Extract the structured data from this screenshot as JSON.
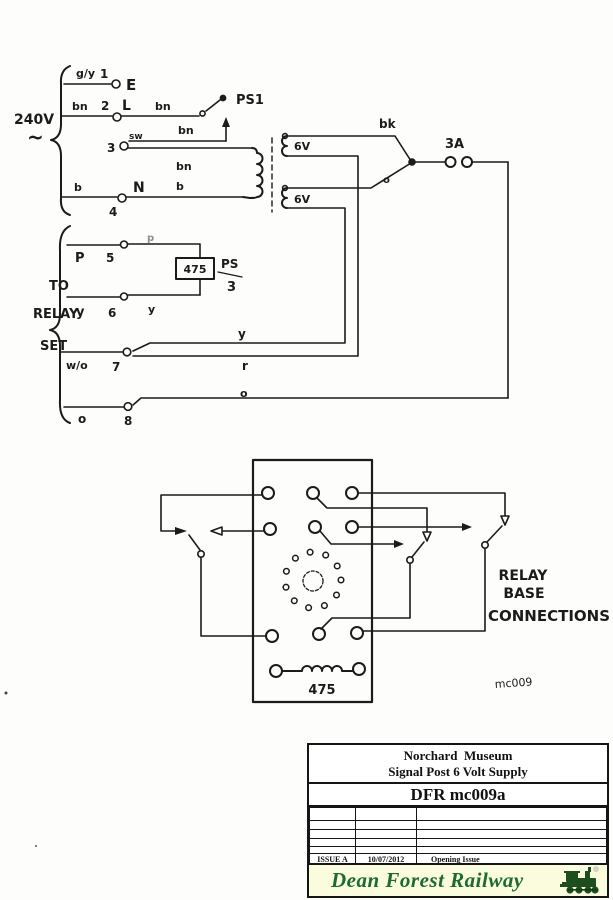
{
  "colors": {
    "ink": "#1b1b1b",
    "banner_bg": "#fbfbdd",
    "banner_text": "#1d6b2f",
    "loco_green": "#1e4d1e"
  },
  "schematic": {
    "mains": {
      "group_label": "240V",
      "ac_symbol": "~",
      "earth": {
        "wire": "g/y",
        "num": "1",
        "name": "E"
      },
      "live": {
        "wire_in": "bn",
        "num": "2",
        "name": "L",
        "wire_out": "bn"
      },
      "switch_label": "PS1",
      "switched": {
        "num": "3",
        "tag": "sw",
        "wire_return": "bn",
        "wire_out": "bn"
      },
      "neutral": {
        "wire_in": "b",
        "num": "4",
        "name": "N",
        "wire_out": "b"
      }
    },
    "transformer": {
      "secondary_upper": "6V",
      "secondary_lower": "6V",
      "wire_black": "bk",
      "wire_orange": "o"
    },
    "fuse_label": "3A",
    "relay_set": {
      "group_l1": "TO",
      "group_l2": "RELAY",
      "group_l3": "SET",
      "t5": {
        "wire": "P",
        "num": "5",
        "wire_out": "p"
      },
      "coil": {
        "value": "475",
        "name_top": "PS",
        "name_bottom": "3"
      },
      "t6": {
        "wire": "y",
        "num": "6",
        "wire_out": "y"
      },
      "t7": {
        "wire": "w/o",
        "num": "7",
        "wire_top": "y",
        "wire_bottom": "r"
      },
      "t8": {
        "wire": "o",
        "num": "8",
        "wire_out": "o"
      }
    },
    "relay_base": {
      "l1": "RELAY",
      "l2": "BASE",
      "l3": "CONNECTIONS",
      "coil_value": "475"
    },
    "signature": "mc009"
  },
  "title_block": {
    "org": "Norchard  Museum",
    "drawing_title": "Signal Post 6 Volt Supply",
    "drawing_number": "DFR mc009a",
    "revisions": [
      {
        "issue": "",
        "date": "",
        "description": ""
      },
      {
        "issue": "",
        "date": "",
        "description": ""
      },
      {
        "issue": "",
        "date": "",
        "description": ""
      },
      {
        "issue": "",
        "date": "",
        "description": ""
      },
      {
        "issue": "",
        "date": "",
        "description": ""
      },
      {
        "issue": "ISSUE A",
        "date": "10/07/2012",
        "description": "Opening Issue"
      }
    ],
    "banner": {
      "name": "Dean Forest Railway"
    }
  }
}
